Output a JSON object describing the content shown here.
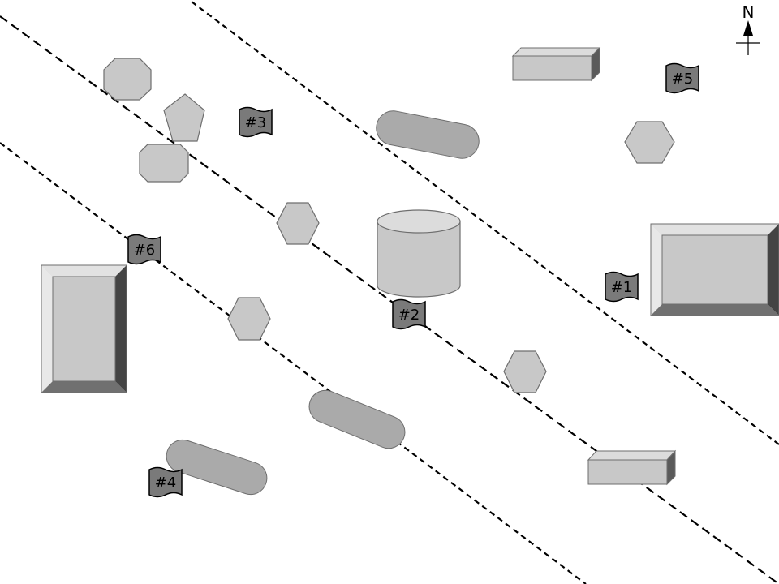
{
  "compass": {
    "label": "N"
  },
  "flags": [
    {
      "id": "flag-1",
      "label": "#1"
    },
    {
      "id": "flag-2",
      "label": "#2"
    },
    {
      "id": "flag-3",
      "label": "#3"
    },
    {
      "id": "flag-4",
      "label": "#4"
    },
    {
      "id": "flag-5",
      "label": "#5"
    },
    {
      "id": "flag-6",
      "label": "#6"
    }
  ],
  "colors": {
    "shape_fill": "#c8c8c8",
    "shape_stroke": "#6e6e6e",
    "flag_fill": "#7a7a7a",
    "dark_side": "#4a4a4a",
    "line": "#000000"
  }
}
